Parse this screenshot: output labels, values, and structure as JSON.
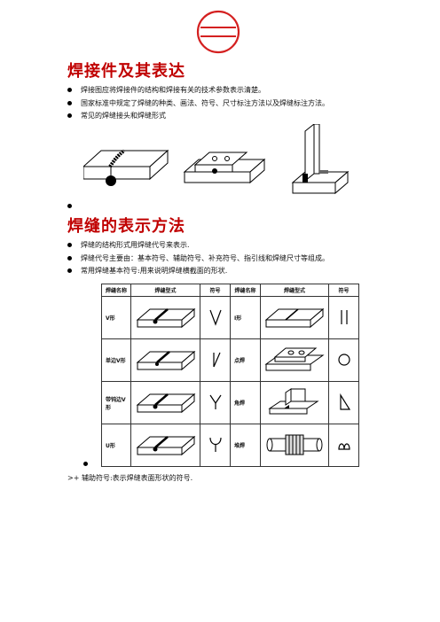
{
  "section1": {
    "title": "焊接件及其表达",
    "bullets": [
      "焊接图应将焊接件的结构和焊接有关的技术参数表示清楚。",
      "国家标准中规定了焊缝的种类、画法、符号、尺寸标注方法以及焊缝标注方法。",
      "常见的焊缝接头和焊缝形式"
    ]
  },
  "section2": {
    "title": "焊缝的表示方法",
    "bullets": [
      "焊缝的结构形式用焊缝代号来表示.",
      "焊缝代号主要由：基本符号、辅助符号、补充符号、指引线和焊缝尺寸等组成。",
      "常用焊缝基本符号:用来说明焊缝横截面的形状."
    ]
  },
  "table": {
    "headers": [
      "焊缝名称",
      "焊缝型式",
      "符号",
      "焊缝名称",
      "焊缝型式",
      "符号"
    ],
    "rows": [
      {
        "left_name": "V形",
        "left_icon": "v-groove-weld-icon",
        "right_name": "I形",
        "right_icon": "i-groove-weld-icon"
      },
      {
        "left_name": "单边V形",
        "left_icon": "single-bevel-weld-icon",
        "right_name": "点焊",
        "right_icon": "spot-weld-icon"
      },
      {
        "left_name": "带钝边V形",
        "left_icon": "v-groove-root-face-weld-icon",
        "right_name": "角焊",
        "right_icon": "fillet-weld-icon"
      },
      {
        "left_name": "U形",
        "left_icon": "u-groove-weld-icon",
        "right_name": "堆焊",
        "right_icon": "surfacing-weld-icon"
      }
    ]
  },
  "footer": ">+ 辅助符号:表示焊缝表面形状的符号.",
  "colors": {
    "heading": "#c00000",
    "logo": "#d42020"
  }
}
